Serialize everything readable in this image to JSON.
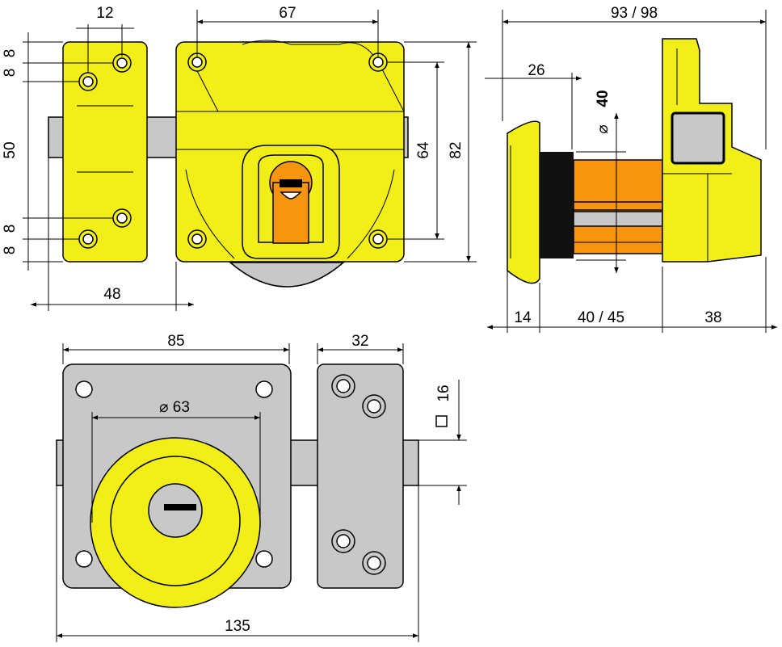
{
  "colors": {
    "yellow": "#f2ef18",
    "grey": "#c8c8c8",
    "orange": "#f7950f",
    "black": "#000000",
    "white": "#ffffff"
  },
  "front_view": {
    "dim_hole_spacing_small": "12",
    "dim_hole_spacing_large": "67",
    "dim_vertical_8_top_a": "8",
    "dim_vertical_8_top_b": "8",
    "dim_vertical_50": "50",
    "dim_vertical_8_bottom_a": "8",
    "dim_vertical_8_bottom_b": "8",
    "dim_strike_width": "48",
    "dim_hole_vertical": "64",
    "dim_total_height": "82"
  },
  "side_view": {
    "dim_total_depth": "93 / 98",
    "dim_26": "26",
    "dim_diameter_symbol": "⌀",
    "dim_diameter_value": "40",
    "dim_rosette": "14",
    "dim_cylinder": "40 / 45",
    "dim_body": "38"
  },
  "back_view": {
    "dim_body_width": "85",
    "dim_strike_width": "32",
    "dim_rosette_diameter": "⌀ 63",
    "dim_bolt_section": "16",
    "dim_total_width": "135"
  }
}
